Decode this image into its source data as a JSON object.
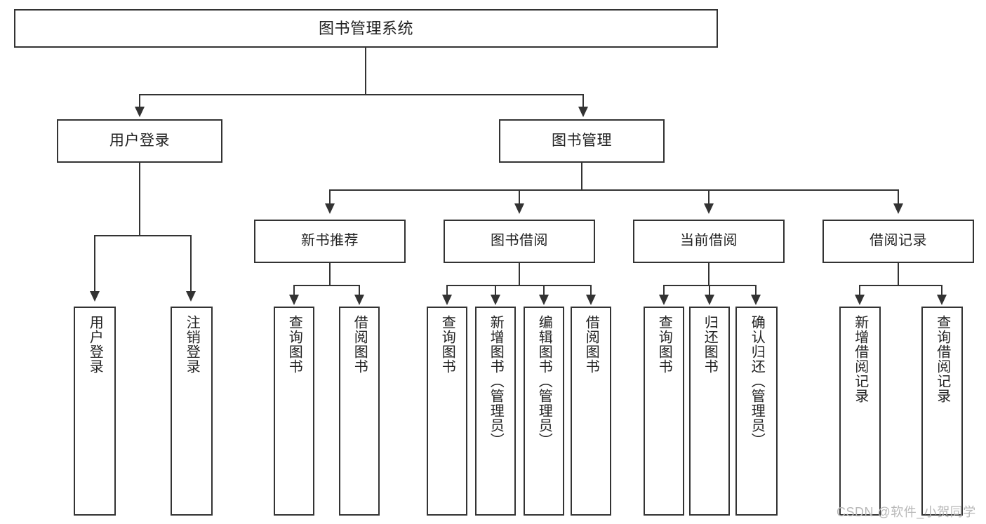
{
  "diagram": {
    "type": "tree-hierarchy",
    "title": "图书管理系统",
    "root": {
      "label": "图书管理系统"
    },
    "level1": [
      {
        "id": "user-login",
        "label": "用户登录"
      },
      {
        "id": "book-management",
        "label": "图书管理"
      }
    ],
    "level2": [
      {
        "id": "new-book-recommend",
        "label": "新书推荐",
        "parent": "book-management"
      },
      {
        "id": "book-borrow",
        "label": "图书借阅",
        "parent": "book-management"
      },
      {
        "id": "current-borrow",
        "label": "当前借阅",
        "parent": "book-management"
      },
      {
        "id": "borrow-record",
        "label": "借阅记录",
        "parent": "book-management"
      }
    ],
    "leaves": {
      "user-login": [
        {
          "id": "leaf-user-login",
          "label": "用户登录"
        },
        {
          "id": "leaf-logout",
          "label": "注销登录"
        }
      ],
      "new-book-recommend": [
        {
          "id": "leaf-query-book-1",
          "label": "查询图书"
        },
        {
          "id": "leaf-borrow-book-1",
          "label": "借阅图书"
        }
      ],
      "book-borrow": [
        {
          "id": "leaf-query-book-2",
          "label": "查询图书"
        },
        {
          "id": "leaf-add-book",
          "label": "新增图书（管理员）"
        },
        {
          "id": "leaf-edit-book",
          "label": "编辑图书（管理员）"
        },
        {
          "id": "leaf-borrow-book-2",
          "label": "借阅图书"
        }
      ],
      "current-borrow": [
        {
          "id": "leaf-query-book-3",
          "label": "查询图书"
        },
        {
          "id": "leaf-return-book",
          "label": "归还图书"
        },
        {
          "id": "leaf-confirm-return",
          "label": "确认归还（管理员）"
        }
      ],
      "borrow-record": [
        {
          "id": "leaf-add-record",
          "label": "新增借阅记录"
        },
        {
          "id": "leaf-query-record",
          "label": "查询借阅记录"
        }
      ]
    },
    "colors": {
      "stroke": "#333333",
      "fill": "#ffffff",
      "text": "#222222",
      "watermark": "#b8b8b8"
    }
  },
  "watermark": {
    "text": "CSDN @软件_小贺同学"
  }
}
